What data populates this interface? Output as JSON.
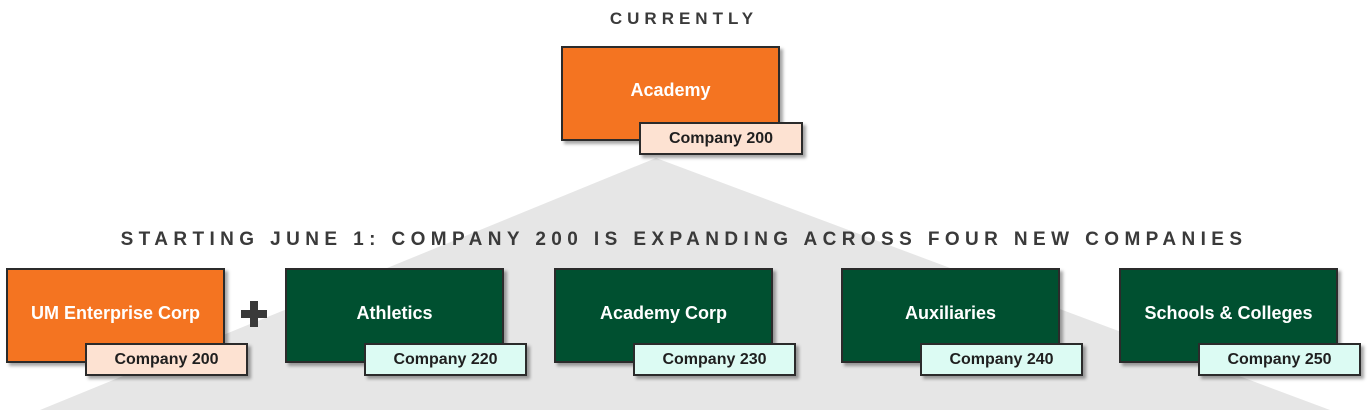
{
  "headings": {
    "current": "CURRENTLY",
    "future": "STARTING JUNE 1: COMPANY 200 IS EXPANDING ACROSS FOUR NEW COMPANIES"
  },
  "current": {
    "name": "Academy",
    "company": "Company 200"
  },
  "companies": [
    {
      "name": "UM Enterprise Corp",
      "company": "Company 200"
    },
    {
      "name": "Athletics",
      "company": "Company 220"
    },
    {
      "name": "Academy Corp",
      "company": "Company 230"
    },
    {
      "name": "Auxiliaries",
      "company": "Company 240"
    },
    {
      "name": "Schools & Colleges",
      "company": "Company 250"
    }
  ],
  "icons": {
    "plus": "plus-icon"
  },
  "colors": {
    "orange": "#f47421",
    "green": "#005030",
    "peach_tag": "#fde2d2",
    "mint_tag": "#dcfbf3",
    "background_triangle": "#e6e6e6"
  }
}
